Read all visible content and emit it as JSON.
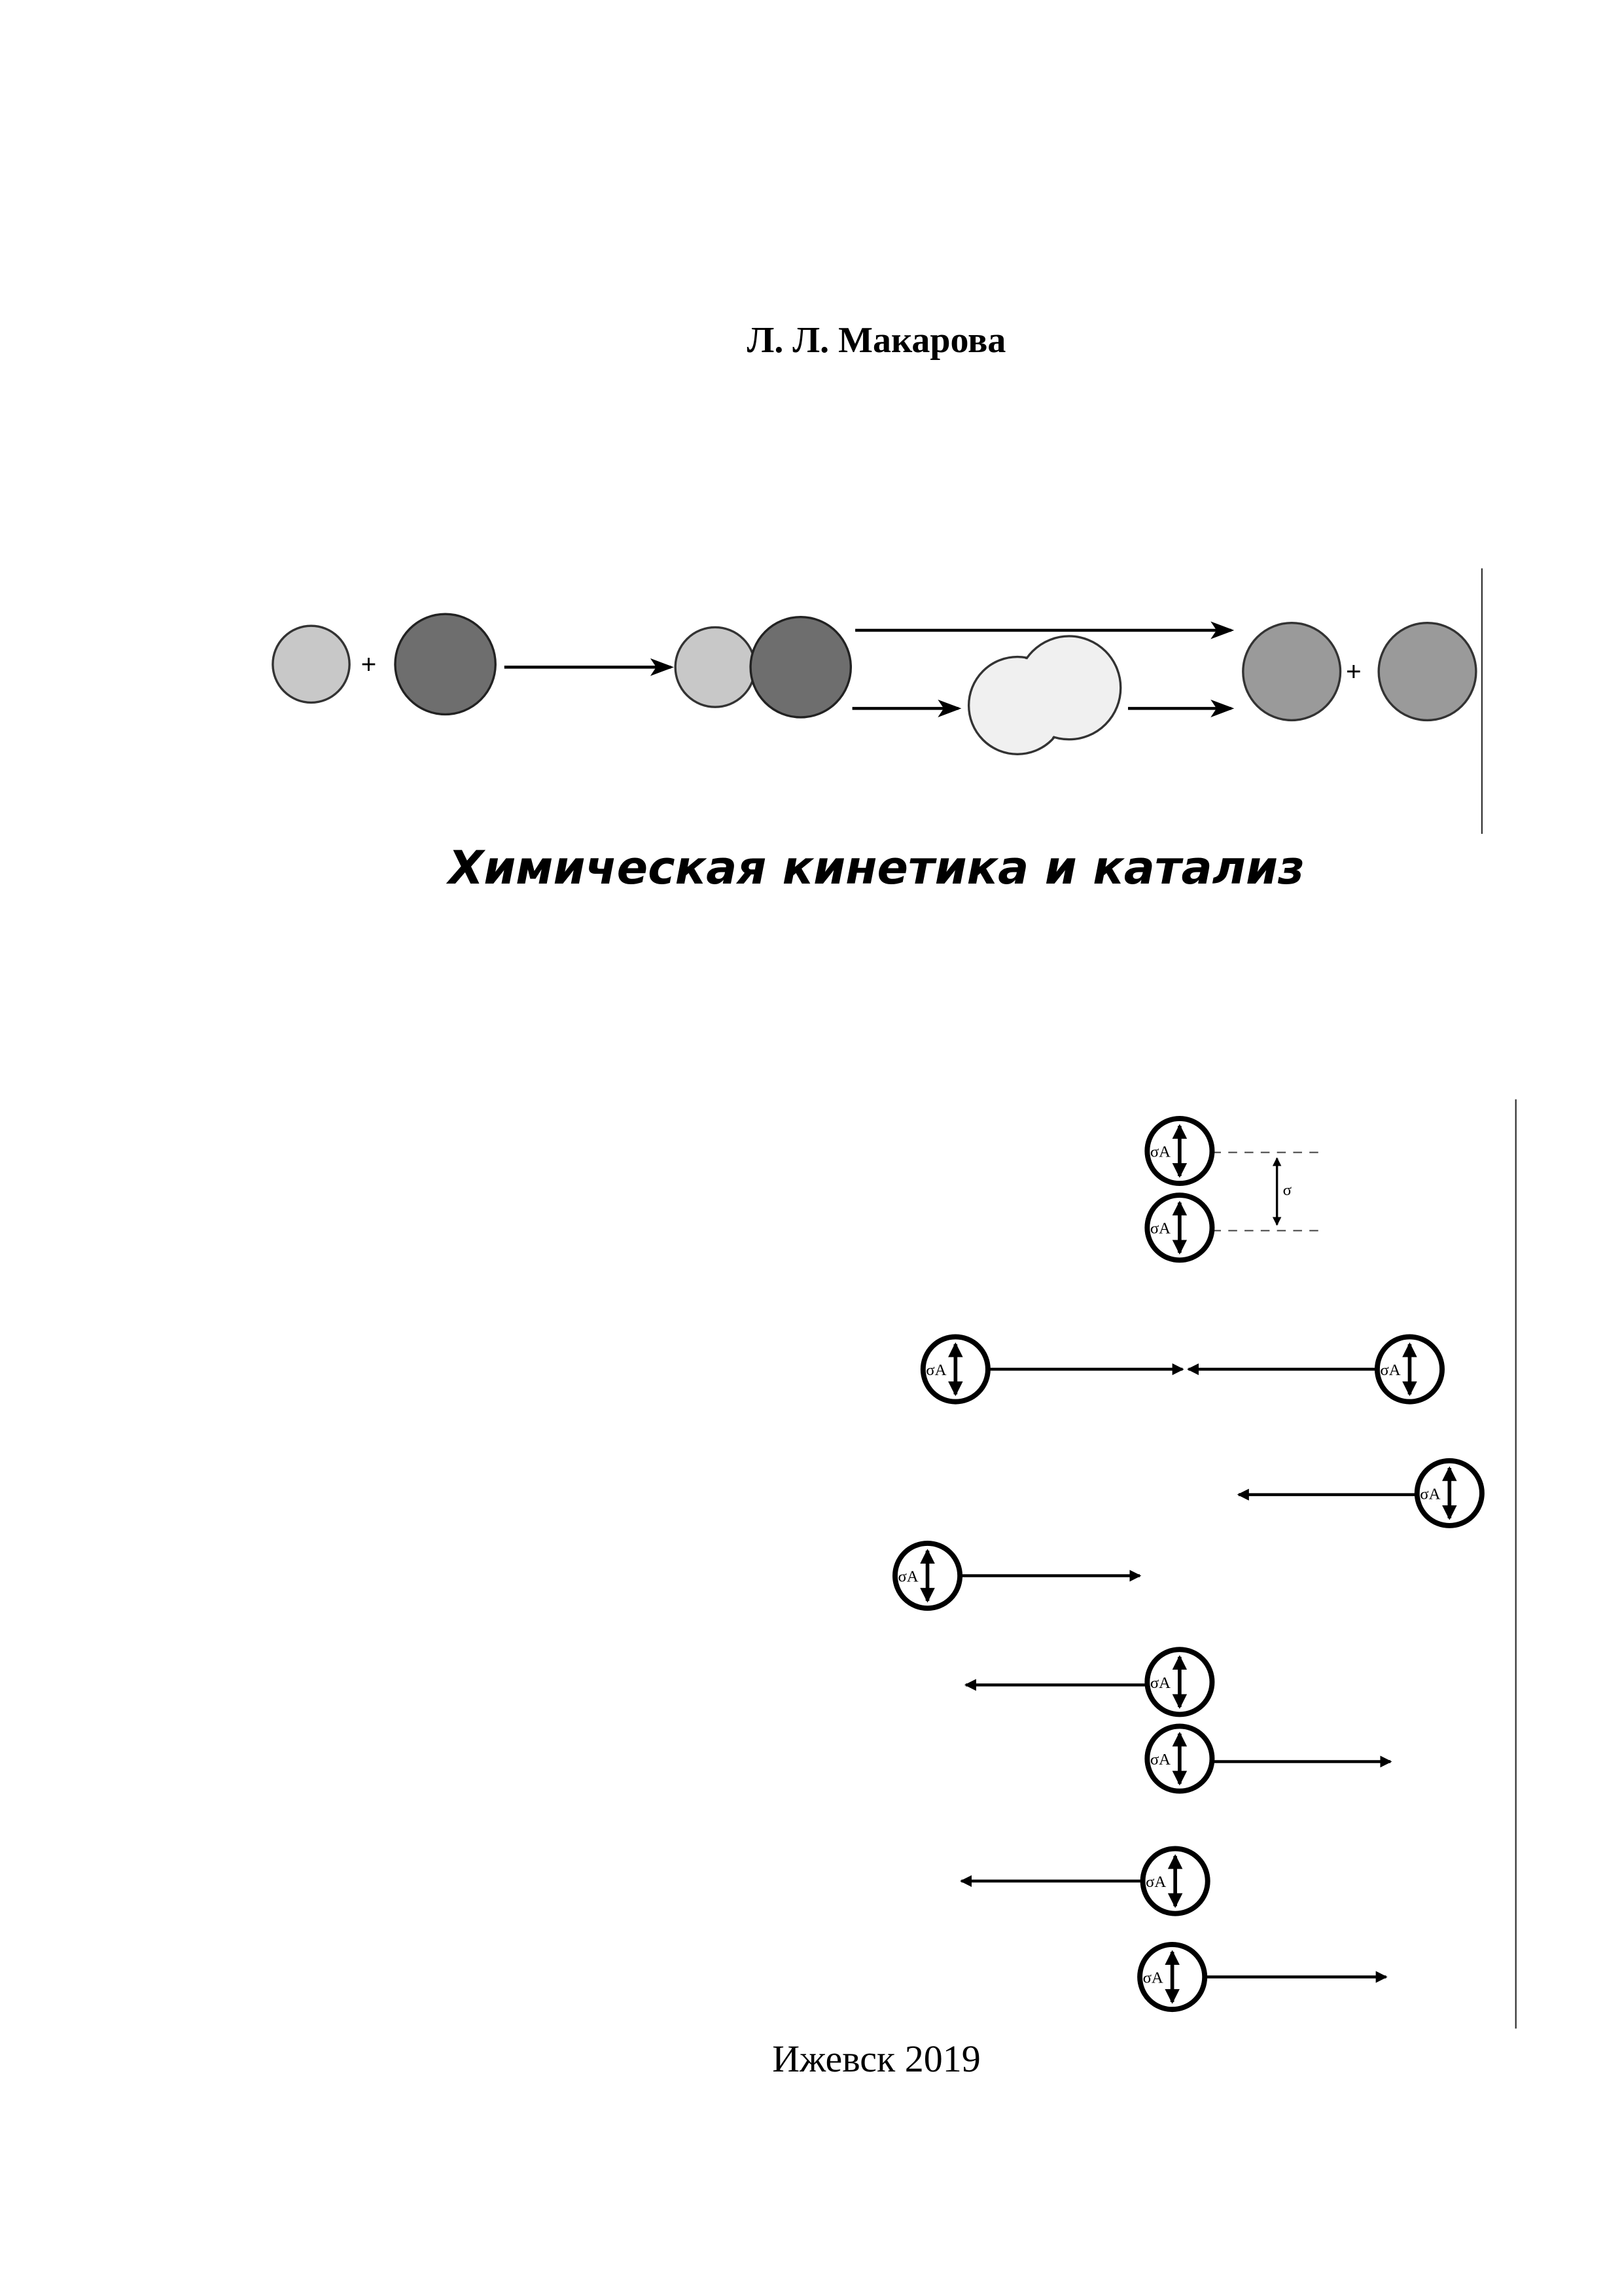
{
  "author": "Л. Л. Макарова",
  "title": "Химическая кинетика и катализ",
  "city_year": "Ижевск 2019",
  "diagram": {
    "molecule_label": "σA",
    "distance_label": "σ",
    "plus_sign": "+"
  },
  "colors": {
    "light_particle": "#c8c8c8",
    "dark_particle": "#6e6e6e",
    "medium_particle": "#9a9a9a",
    "complex_particle": "#f0f0f0"
  }
}
